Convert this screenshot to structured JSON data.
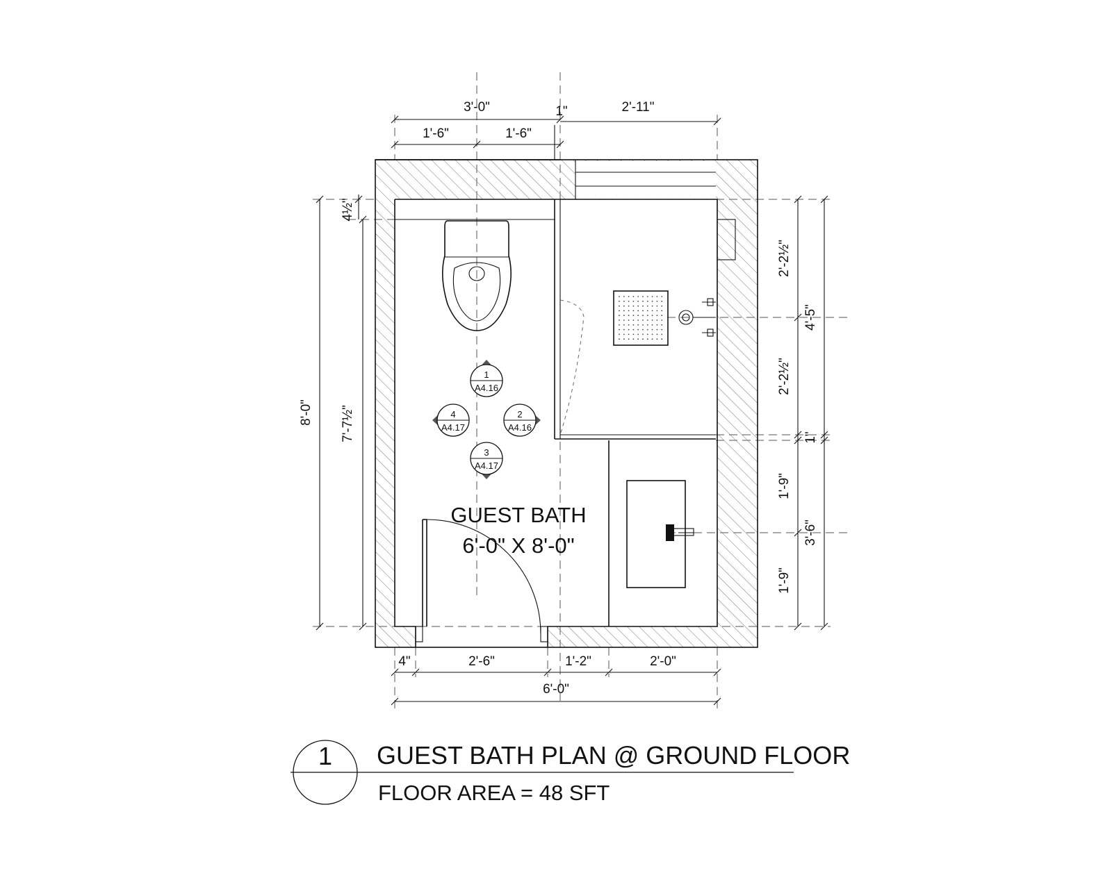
{
  "room": {
    "name": "GUEST BATH",
    "size": "6'-0\" X 8'-0\""
  },
  "dimensions": {
    "top_overall": "3'-0\"",
    "top_gap": "1\"",
    "top_right": "2'-11\"",
    "top_left_half": "1'-6\"",
    "top_right_half": "1'-6\"",
    "left_overall": "8'-0\"",
    "left_inner": "7'-7½\"",
    "left_small": "4½\"",
    "right_upper_a": "2'-2½\"",
    "right_upper_b": "2'-2½\"",
    "right_upper_total": "4'-5\"",
    "right_gap": "1\"",
    "right_lower_a": "1'-9\"",
    "right_lower_b": "1'-9\"",
    "right_lower_total": "3'-6\"",
    "bottom_a": "4\"",
    "bottom_b": "2'-6\"",
    "bottom_c": "1'-2\"",
    "bottom_d": "2'-0\"",
    "bottom_overall": "6'-0\""
  },
  "elevation_tags": [
    {
      "number": "1",
      "sheet": "A4.16"
    },
    {
      "number": "2",
      "sheet": "A4.16"
    },
    {
      "number": "3",
      "sheet": "A4.17"
    },
    {
      "number": "4",
      "sheet": "A4.17"
    }
  ],
  "title_block": {
    "number": "1",
    "title": "GUEST BATH PLAN @ GROUND FLOOR",
    "subtitle": "FLOOR AREA = 48 SFT"
  }
}
